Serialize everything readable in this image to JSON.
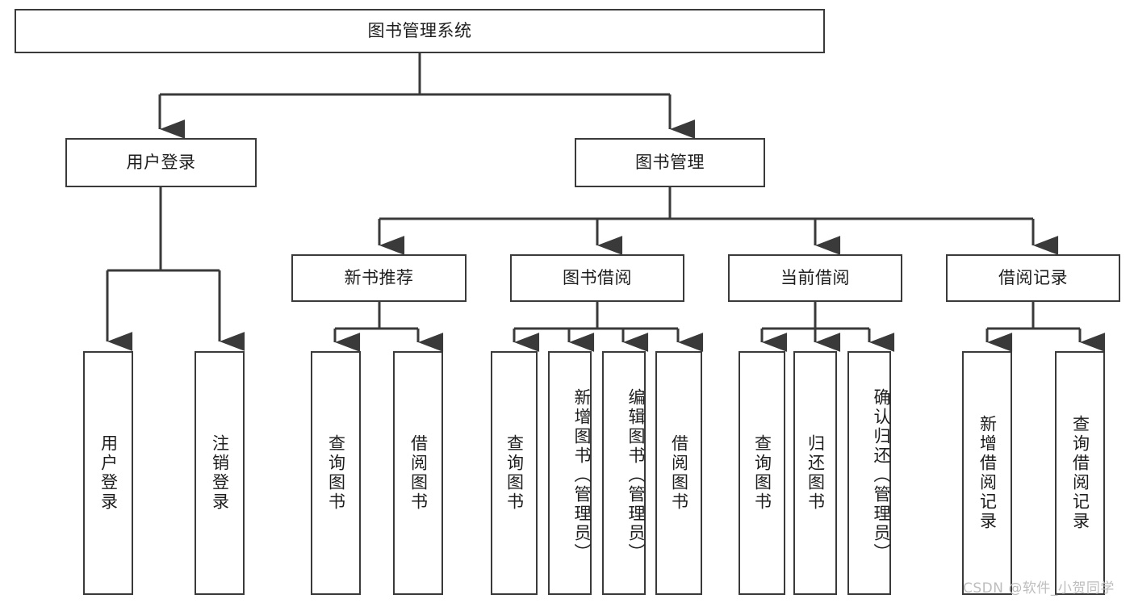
{
  "diagram": {
    "title": "图书管理系统",
    "type": "tree-hierarchy-diagram",
    "watermark": "CSDN @软件_小贺同学",
    "colors": {
      "stroke": "#3a3a3a",
      "fill": "#ffffff",
      "text": "#1d1d1d",
      "watermark": "#bdbdbd"
    },
    "nodes": {
      "root": {
        "label": "图书管理系统"
      },
      "level2": [
        {
          "id": "user-login",
          "label": "用户登录"
        },
        {
          "id": "book-manage",
          "label": "图书管理"
        }
      ],
      "level3": [
        {
          "id": "new-book-rec",
          "label": "新书推荐"
        },
        {
          "id": "book-borrow",
          "label": "图书借阅"
        },
        {
          "id": "current-borrow",
          "label": "当前借阅"
        },
        {
          "id": "borrow-record",
          "label": "借阅记录"
        }
      ],
      "leaves": [
        {
          "id": "leaf-user-login",
          "label": "用户登录"
        },
        {
          "id": "leaf-logout-login",
          "label": "注销登录"
        },
        {
          "id": "leaf-query-book-1",
          "label": "查询图书"
        },
        {
          "id": "leaf-borrow-book-1",
          "label": "借阅图书"
        },
        {
          "id": "leaf-query-book-2",
          "label": "查询图书"
        },
        {
          "id": "leaf-add-book",
          "label": "新增图书（管理员）"
        },
        {
          "id": "leaf-edit-book",
          "label": "编辑图书（管理员）"
        },
        {
          "id": "leaf-borrow-book-2",
          "label": "借阅图书"
        },
        {
          "id": "leaf-query-book-3",
          "label": "查询图书"
        },
        {
          "id": "leaf-return-book",
          "label": "归还图书"
        },
        {
          "id": "leaf-confirm-return",
          "label": "确认归还（管理员）"
        },
        {
          "id": "leaf-add-record",
          "label": "新增借阅记录"
        },
        {
          "id": "leaf-query-record",
          "label": "查询借阅记录"
        }
      ]
    }
  }
}
